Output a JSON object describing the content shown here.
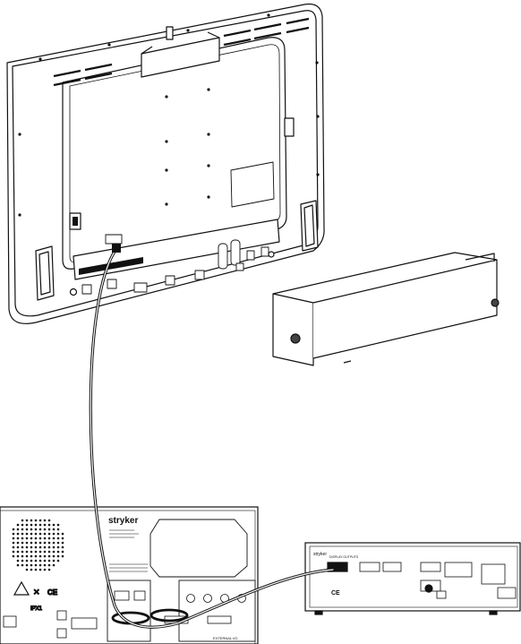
{
  "left_unit": {
    "brand": "stryker",
    "sub_label": "EXTERNAL I/O",
    "mark_ce": "CE",
    "mark_ip": "IPX1"
  },
  "right_unit": {
    "brand": "stryker",
    "section_label": "DISPLAY OUTPUTS",
    "mark_ce": "CE"
  },
  "colors": {
    "line": "#111111",
    "fill": "#ffffff",
    "shade": "#d9d9d9",
    "dark": "#333333"
  }
}
